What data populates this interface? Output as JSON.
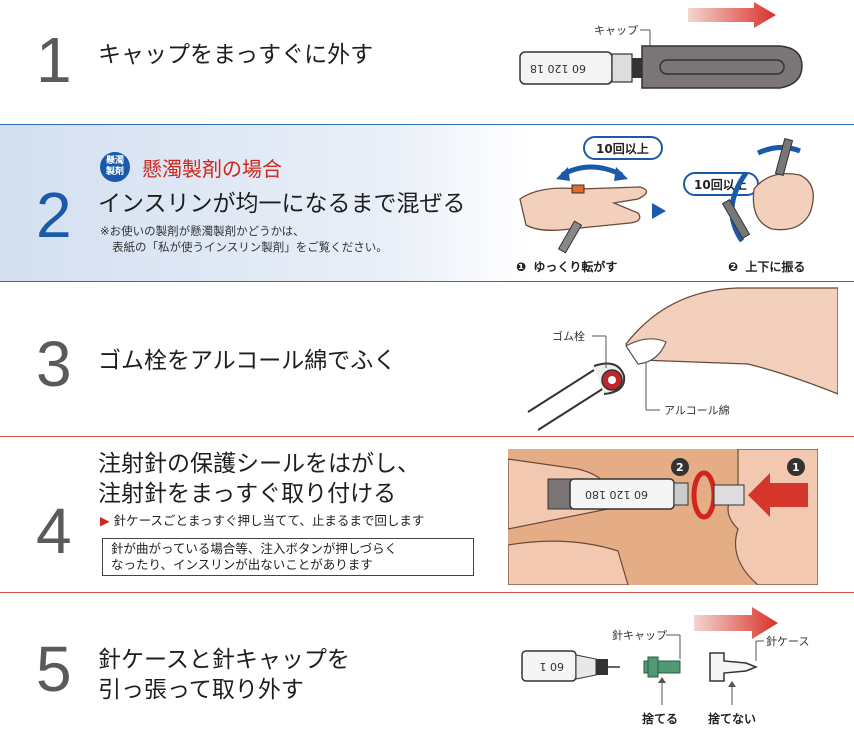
{
  "steps": [
    {
      "number": "1",
      "title": "キャップをまっすぐに外す",
      "labels": {
        "cap": "キャップ",
        "scale": "60 120 18"
      }
    },
    {
      "number": "2",
      "badge": "懸濁\n製剤",
      "condition": "懸濁製剤の場合",
      "title": "インスリンが均一になるまで混ぜる",
      "note_line1": "※お使いの製剤が懸濁製剤かどうかは、",
      "note_line2": "表紙の「私が使うインスリン製剤」をご覧ください。",
      "count_left": "10回以上",
      "count_right": "10回以上",
      "caption_left_num": "❶",
      "caption_left": "ゆっくり転がす",
      "caption_right_num": "❷",
      "caption_right": "上下に振る"
    },
    {
      "number": "3",
      "title": "ゴム栓をアルコール綿でふく",
      "labels": {
        "rubber": "ゴム栓",
        "cotton": "アルコール綿"
      }
    },
    {
      "number": "4",
      "title_line1": "注射針の保護シールをはがし、",
      "title_line2": "注射針をまっすぐ取り付ける",
      "instruction": "針ケースごとまっすぐ押し当てて、止まるまで回します",
      "warning_line1": "針が曲がっている場合等、注入ボタンが押しづらく",
      "warning_line2": "なったり、インスリンが出ないことがあります",
      "marker1": "1",
      "marker2": "2",
      "scale": "60 120 180"
    },
    {
      "number": "5",
      "title_line1": "針ケースと針キャップを",
      "title_line2": "引っ張って取り外す",
      "labels": {
        "needle_cap": "針キャップ",
        "needle_case": "針ケース",
        "discard": "捨てる",
        "keep": "捨てない",
        "scale": "60 1"
      }
    }
  ],
  "colors": {
    "blue_rule": "#2f6fae",
    "red_rule": "#d9534f",
    "step2_bg": "#dde6f3",
    "accent_red": "#d0261e",
    "accent_blue": "#1a5aa8"
  }
}
